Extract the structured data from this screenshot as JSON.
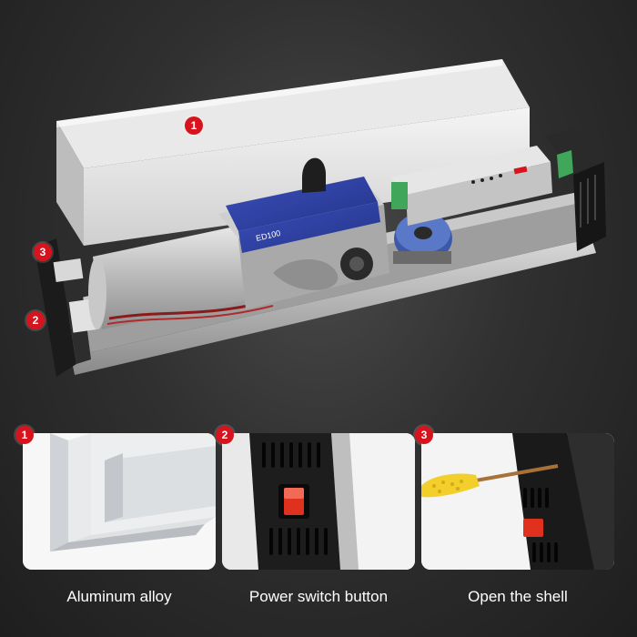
{
  "hero": {
    "marker_1": "1",
    "marker_2": "2",
    "marker_3": "3",
    "device_label": "ED100"
  },
  "features": [
    {
      "number": "1",
      "caption": "Aluminum alloy"
    },
    {
      "number": "2",
      "caption": "Power switch button"
    },
    {
      "number": "3",
      "caption": "Open the shell"
    }
  ],
  "colors": {
    "badge": "#d7141e",
    "switch_red": "#e0301e",
    "screwdriver_yellow": "#f2cf2a"
  }
}
